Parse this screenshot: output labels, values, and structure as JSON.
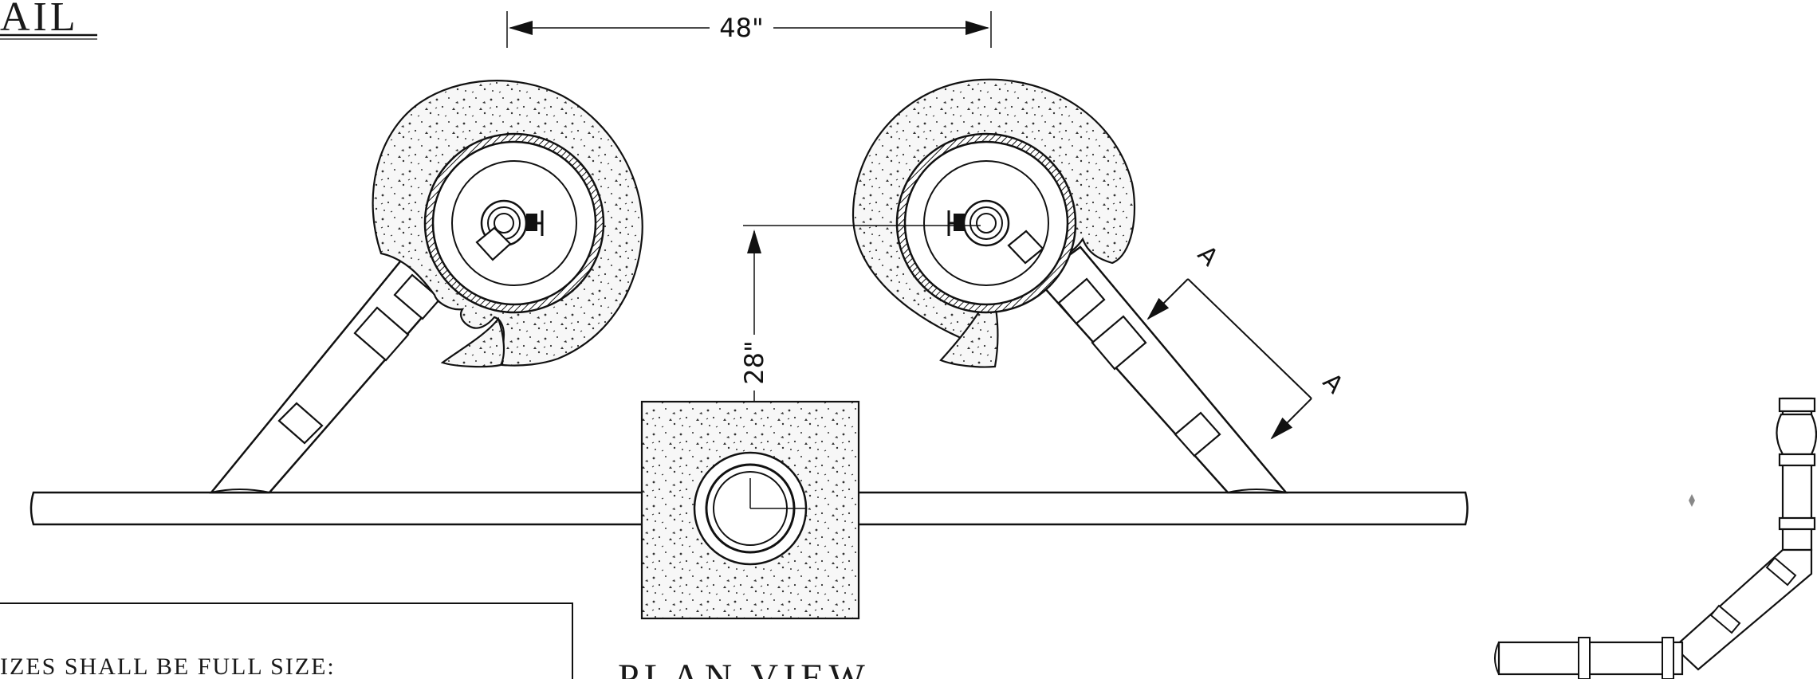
{
  "sheet": {
    "title_fragment": "AIL",
    "view_label": "PLAN VIEW",
    "note_fragment": "IZES SHALL BE FULL SIZE:"
  },
  "dimensions": {
    "horizontal_spacing": "48\"",
    "vertical_offset": "28\""
  },
  "section_markers": {
    "upper": "A",
    "lower": "A"
  }
}
